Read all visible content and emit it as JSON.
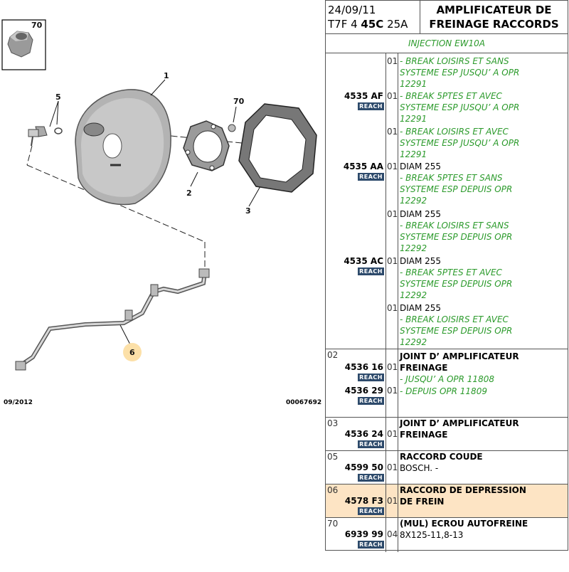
{
  "diagram": {
    "callout_nut": "70",
    "labels": [
      "1",
      "2",
      "3",
      "5",
      "6",
      "70"
    ],
    "date": "09/2012",
    "ref": "00067692"
  },
  "header": {
    "date": "24/09/11",
    "code_pre": "T7F 4 ",
    "code_bold": "45C",
    "code_post": " 25A",
    "title_l1": "AMPLIFICATEUR DE",
    "title_l2": "FREINAGE RACCORDS",
    "subtitle": "INJECTION EW10A"
  },
  "reach_label": "REACH",
  "groups": [
    {
      "index": "",
      "parts": [
        "4535 AF",
        "4535 AA",
        "4535 AC"
      ],
      "qty": [
        "01",
        "01",
        "01",
        "01",
        "01",
        "01",
        "01"
      ],
      "lines": [
        "- BREAK LOISIRS ET SANS",
        "SYSTEME ESP JUSQU’ A OPR",
        "12291",
        "- BREAK 5PTES ET AVEC",
        "SYSTEME ESP JUSQU’ A OPR",
        "12291",
        "- BREAK LOISIRS ET AVEC",
        "SYSTEME ESP JUSQU’ A OPR",
        "12291",
        "DIAM 255",
        "- BREAK 5PTES ET SANS",
        "SYSTEME ESP DEPUIS OPR",
        "12292",
        "DIAM 255",
        "- BREAK LOISIRS ET SANS",
        "SYSTEME ESP DEPUIS OPR",
        "12292",
        "DIAM 255",
        "- BREAK 5PTES ET AVEC",
        "SYSTEME ESP DEPUIS OPR",
        "12292",
        "DIAM 255",
        "- BREAK LOISIRS ET AVEC",
        "SYSTEME ESP DEPUIS OPR",
        "12292"
      ]
    },
    {
      "index": "02",
      "parts": [
        "4536 16",
        "4536 29"
      ],
      "qty": [
        "01",
        "01"
      ],
      "lines": [
        "JOINT D’ AMPLIFICATEUR",
        "FREINAGE",
        "- JUSQU’ A OPR 11808",
        "- DEPUIS OPR 11809"
      ]
    },
    {
      "index": "03",
      "parts": [
        "4536 24"
      ],
      "qty": [
        "01"
      ],
      "lines": [
        "JOINT D’ AMPLIFICATEUR",
        "FREINAGE"
      ]
    },
    {
      "index": "05",
      "parts": [
        "4599 50"
      ],
      "qty": [
        "01"
      ],
      "lines": [
        "RACCORD COUDE",
        "BOSCH. -"
      ]
    },
    {
      "index": "06",
      "parts": [
        "4578 F3"
      ],
      "qty": [
        "01"
      ],
      "lines": [
        "RACCORD DE DEPRESSION",
        "DE FREIN"
      ]
    },
    {
      "index": "70",
      "parts": [
        "6939 99"
      ],
      "qty": [
        "04"
      ],
      "lines": [
        "(MUL) ECROU AUTOFREINE",
        "8X125-11,8-13"
      ]
    }
  ]
}
